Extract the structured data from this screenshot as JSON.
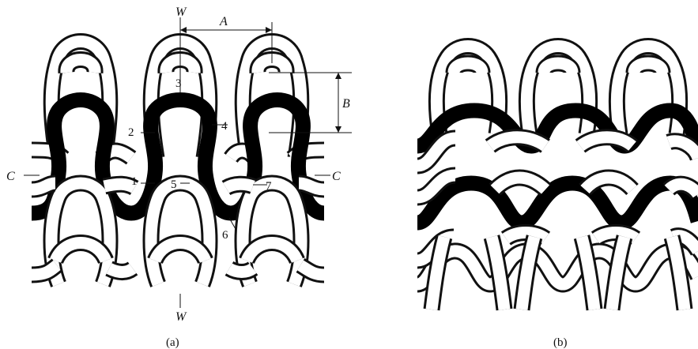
{
  "panel_a": {
    "caption": "(a)",
    "labels": {
      "wale_top": "W",
      "wale_bottom": "W",
      "wale_spacing": "A",
      "course_spacing": "B",
      "course_left": "C",
      "course_right": "C",
      "point_1": "1",
      "point_2": "2",
      "point_3": "3",
      "point_4": "4",
      "point_5": "5",
      "point_6": "6",
      "point_7": "7"
    }
  },
  "panel_b": {
    "caption": "(b)"
  },
  "colors": {
    "highlight_yarn": "#000000",
    "plain_yarn": "#ffffff",
    "outline": "#111111"
  }
}
